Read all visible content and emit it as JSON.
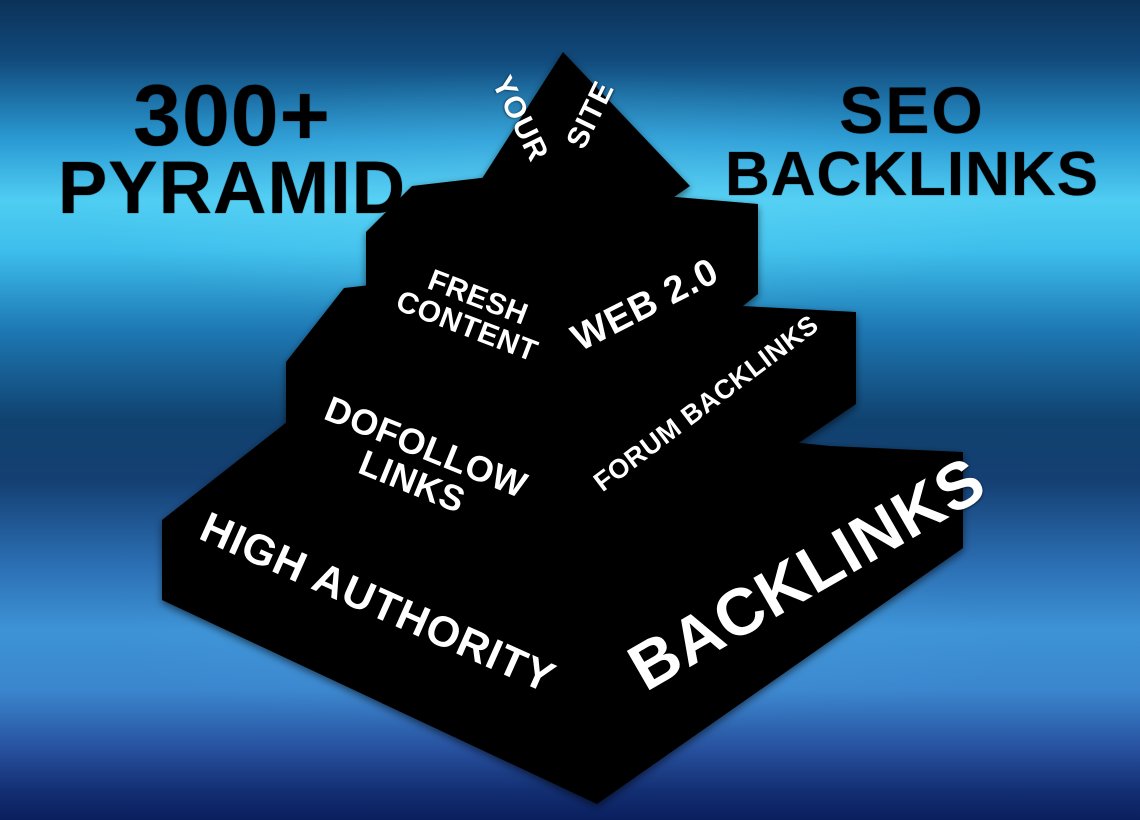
{
  "background": {
    "top_color": "#0b3258",
    "highlight_color": "#4fcdf2",
    "mid_color": "#10426f",
    "lower_color": "#3d93d6",
    "bottom_color": "#0a1f5e"
  },
  "pyramid": {
    "fill_color": "#000000",
    "label_color": "#ffffff",
    "tier_count": 4
  },
  "headline_left": {
    "line1": "300+",
    "line2": "PYRAMID",
    "color": "#000000"
  },
  "headline_right": {
    "line1": "SEO",
    "line2": "BACKLINKS",
    "color": "#000000"
  },
  "tiers": [
    {
      "index": 1,
      "name": "apex",
      "labels": [
        {
          "id": "your",
          "text": "YOUR",
          "rotation": 64
        },
        {
          "id": "site",
          "text": "SITE",
          "rotation": -64
        }
      ]
    },
    {
      "index": 2,
      "name": "second",
      "labels": [
        {
          "id": "fresh-content",
          "text": "FRESH\nCONTENT",
          "rotation": 21
        },
        {
          "id": "web-2-0",
          "text": "WEB 2.0",
          "rotation": -27
        }
      ]
    },
    {
      "index": 3,
      "name": "third",
      "labels": [
        {
          "id": "dofollow-links",
          "text": "DOFOLLOW\nLINKS",
          "rotation": 22
        },
        {
          "id": "forum-backlinks",
          "text": "FORUM BACKLINKS",
          "rotation": -37
        }
      ]
    },
    {
      "index": 4,
      "name": "base",
      "labels": [
        {
          "id": "high-authority",
          "text": "HIGH  AUTHORITY",
          "rotation": 24
        },
        {
          "id": "backlinks",
          "text": "BACKLINKS",
          "rotation": -30
        }
      ]
    }
  ],
  "labels": {
    "your": "YOUR",
    "site": "SITE",
    "fresh_content": "FRESH\nCONTENT",
    "web_20": "WEB 2.0",
    "dofollow_links": "DOFOLLOW\nLINKS",
    "forum_backlinks": "FORUM BACKLINKS",
    "high_authority": "HIGH  AUTHORITY",
    "backlinks": "BACKLINKS"
  }
}
